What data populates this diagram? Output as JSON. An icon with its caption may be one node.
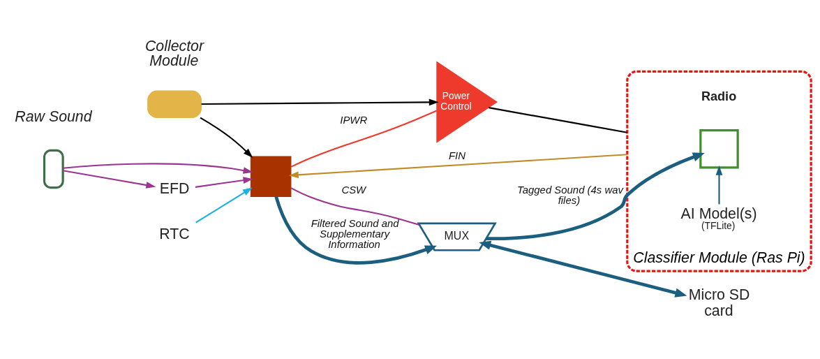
{
  "diagram": {
    "nodes": [
      {
        "text": [],
        "shape": "box"
      },
      {
        "text": [
          "EFD"
        ]
      },
      {
        "text": [],
        "shape": "box"
      },
      {
        "text": [
          "MUX"
        ]
      },
      {
        "text": [
          "RTC"
        ]
      },
      {
        "text": [
          "Micro SD card"
        ]
      },
      {
        "text": [
          "Classifier Module (Ras Pi)"
        ]
      },
      {
        "text": [
          "Radio"
        ],
        "in": 6
      },
      {
        "text": [],
        "shape": "box",
        "in": 6
      },
      {
        "text": [
          "AI Model(s)",
          "(TFLite)"
        ],
        "in": 6
      },
      {
        "text": [],
        "shape": "box"
      },
      {
        "text": [
          "Power Control"
        ]
      }
    ],
    "edges": [
      {
        "from": 0,
        "to": 2,
        "arrow": "to",
        "color": "#9b3590"
      },
      {
        "from": 0,
        "to": 1,
        "arrow": "to",
        "color": "#9b3590"
      },
      {
        "from": 1,
        "to": 2,
        "arrow": "to",
        "color": "#9b3590"
      },
      {
        "from": 2,
        "to": 3,
        "arrow": "to",
        "label": "Filtered Sound and Supplementary Information",
        "style": "thick",
        "color": "#1b5e80"
      },
      {
        "from": 2,
        "to": 3,
        "arrow": "none",
        "label": "CSW",
        "color": "#9b3590"
      },
      {
        "from": 3,
        "to": 5,
        "arrow": "both",
        "style": "thick",
        "color": "#1b5e80"
      },
      {
        "from": 3,
        "to": 8,
        "arrow": "to",
        "label": "Tagged Sound (4s wav files)",
        "style": "thick",
        "color": "#1b5e80"
      },
      {
        "from": 9,
        "to": 8,
        "arrow": "to",
        "color": "#1b5e80"
      },
      {
        "from": 4,
        "to": 2,
        "arrow": "to",
        "color": "#1ab0e6"
      },
      {
        "from": 6,
        "to": 2,
        "arrow": "to",
        "label": "FIN",
        "color": "#c08c28"
      },
      {
        "from": 2,
        "to": 11,
        "arrow": "none",
        "label": "IPWR",
        "color": "#ee3a2c"
      },
      {
        "from": 11,
        "to": 6,
        "arrow": "none",
        "color": "#000000"
      },
      {
        "from": 10,
        "to": 2,
        "arrow": "to",
        "color": "#000000"
      },
      {
        "from": 10,
        "to": 11,
        "arrow": "to",
        "color": "#000000"
      }
    ],
    "labels": [
      "Raw Sound",
      "Collector Module"
    ]
  }
}
